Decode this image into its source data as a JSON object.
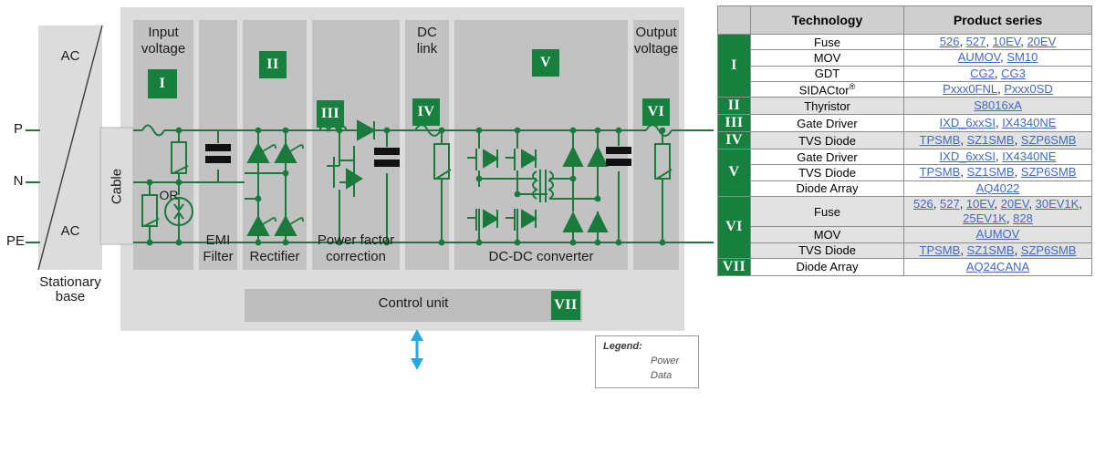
{
  "diagram": {
    "source_labels": [
      "P",
      "N",
      "PE"
    ],
    "stationary_base": {
      "ac_top": "AC",
      "ac_bottom": "AC",
      "caption_line1": "Stationary",
      "caption_line2": "base"
    },
    "cable_label": "Cable",
    "stages": [
      {
        "id": "input-voltage",
        "title_line1": "Input",
        "title_line2": "voltage",
        "roman": "I",
        "bottom_label": ""
      },
      {
        "id": "emi-filter",
        "title_line1": "",
        "title_line2": "",
        "roman": "",
        "bottom_label": "EMI\nFilter"
      },
      {
        "id": "rectifier",
        "title_line1": "",
        "title_line2": "",
        "roman": "II",
        "bottom_label": "Rectifier"
      },
      {
        "id": "pfc",
        "title_line1": "",
        "title_line2": "",
        "roman": "III",
        "bottom_label": "Power factor\ncorrection"
      },
      {
        "id": "dc-link",
        "title_line1": "DC",
        "title_line2": "link",
        "roman": "IV",
        "bottom_label": ""
      },
      {
        "id": "dc-dc",
        "title_line1": "",
        "title_line2": "",
        "roman": "V",
        "bottom_label": "DC-DC converter"
      },
      {
        "id": "output-voltage",
        "title_line1": "Output",
        "title_line2": "voltage",
        "roman": "VI",
        "bottom_label": ""
      }
    ],
    "stage_titles": {
      "input_l1": "Input",
      "input_l2": "voltage",
      "dclink_l1": "DC",
      "dclink_l2": "link",
      "output_l1": "Output",
      "output_l2": "voltage",
      "emi_l1": "EMI",
      "emi_l2": "Filter",
      "rectifier": "Rectifier",
      "pfc_l1": "Power factor",
      "pfc_l2": "correction",
      "dcdc": "DC-DC converter"
    },
    "romans": {
      "r1": "I",
      "r2": "II",
      "r3": "III",
      "r4": "IV",
      "r5": "V",
      "r6": "VI",
      "r7": "VII"
    },
    "or_label": "OR",
    "control_unit": "Control unit",
    "legend": {
      "title": "Legend:",
      "power": "Power",
      "data": "Data"
    },
    "colors": {
      "power_line": "#1a7a3c",
      "data_line": "#29a8df",
      "accent_green": "#17803e",
      "link_blue": "#4169c8"
    }
  },
  "table": {
    "headers": {
      "marker": "",
      "technology": "Technology",
      "product_series": "Product series"
    },
    "groups": [
      {
        "roman": "I",
        "shade": "white",
        "rows": [
          {
            "technology": "Fuse",
            "products": [
              "526",
              "527",
              "10EV",
              "20EV"
            ]
          },
          {
            "technology": "MOV",
            "products": [
              "AUMOV",
              "SM10"
            ]
          },
          {
            "technology": "GDT",
            "products": [
              "CG2",
              "CG3"
            ]
          },
          {
            "technology": "SIDACtor®",
            "products": [
              "Pxxx0FNL",
              "Pxxx0SD"
            ]
          }
        ]
      },
      {
        "roman": "II",
        "shade": "gray",
        "rows": [
          {
            "technology": "Thyristor",
            "products": [
              "S8016xA"
            ]
          }
        ]
      },
      {
        "roman": "III",
        "shade": "white",
        "rows": [
          {
            "technology": "Gate Driver",
            "products": [
              "IXD_6xxSI",
              "IX4340NE"
            ]
          }
        ]
      },
      {
        "roman": "IV",
        "shade": "gray",
        "rows": [
          {
            "technology": "TVS Diode",
            "products": [
              "TPSMB",
              "SZ1SMB",
              "SZP6SMB"
            ]
          }
        ]
      },
      {
        "roman": "V",
        "shade": "white",
        "rows": [
          {
            "technology": "Gate Driver",
            "products": [
              "IXD_6xxSI",
              "IX4340NE"
            ]
          },
          {
            "technology": "TVS Diode",
            "products": [
              "TPSMB",
              "SZ1SMB",
              "SZP6SMB"
            ]
          },
          {
            "technology": "Diode Array",
            "products": [
              "AQ4022"
            ]
          }
        ]
      },
      {
        "roman": "VI",
        "shade": "gray",
        "rows": [
          {
            "technology": "Fuse",
            "products": [
              "526",
              "527",
              "10EV",
              "20EV",
              "30EV1K",
              "25EV1K",
              "828"
            ]
          },
          {
            "technology": "MOV",
            "products": [
              "AUMOV"
            ]
          },
          {
            "technology": "TVS Diode",
            "products": [
              "TPSMB",
              "SZ1SMB",
              "SZP6SMB"
            ]
          }
        ]
      },
      {
        "roman": "VII",
        "shade": "white",
        "rows": [
          {
            "technology": "Diode Array",
            "products": [
              "AQ24CANA"
            ]
          }
        ]
      }
    ]
  }
}
